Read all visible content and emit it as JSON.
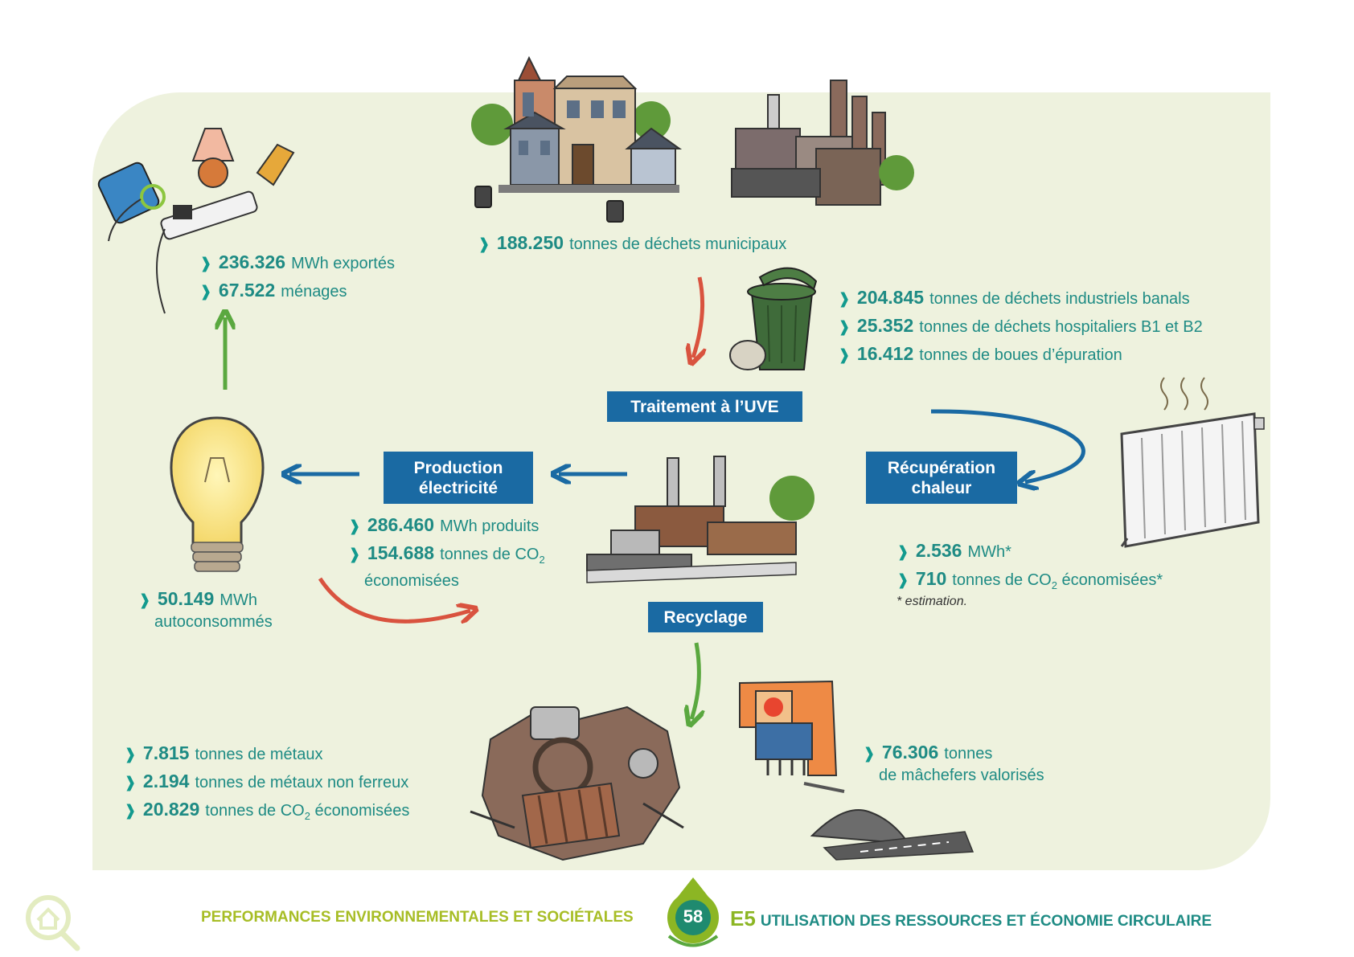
{
  "labels": {
    "traitement": "Traitement à l’UVE",
    "production_line1": "Production",
    "production_line2": "électricité",
    "recuperation_line1": "Récupération",
    "recuperation_line2": "chaleur",
    "recyclage": "Recyclage"
  },
  "stats": {
    "exports": [
      {
        "value": "236.326",
        "unit": "MWh exportés"
      },
      {
        "value": "67.522",
        "unit": "ménages"
      }
    ],
    "municipal": {
      "value": "188.250",
      "unit": "tonnes de déchets municipaux"
    },
    "waste_inputs": [
      {
        "value": "204.845",
        "unit": "tonnes de déchets industriels banals"
      },
      {
        "value": "25.352",
        "unit": "tonnes de déchets hospitaliers B1 et B2"
      },
      {
        "value": "16.412",
        "unit": "tonnes de boues d’épuration"
      }
    ],
    "production": {
      "mwh_value": "286.460",
      "mwh_unit": "MWh produits",
      "co2_value": "154.688",
      "co2_unit_pre": "tonnes de CO",
      "co2_sub": "2",
      "co2_cont": "économisées"
    },
    "autoconsumption": {
      "value": "50.149",
      "unit": "MWh",
      "cont": "autoconsommés"
    },
    "heat": {
      "mwh_value": "2.536",
      "mwh_unit": "MWh*",
      "co2_value": "710",
      "co2_unit_pre": "tonnes de CO",
      "co2_sub": "2",
      "co2_unit_post": "économisées*",
      "note": "* estimation."
    },
    "metals": [
      {
        "value": "7.815",
        "unit": "tonnes de métaux"
      },
      {
        "value": "2.194",
        "unit": "tonnes de métaux non ferreux"
      }
    ],
    "metals_co2": {
      "value": "20.829",
      "unit_pre": "tonnes de CO",
      "sub": "2",
      "unit_post": "économisées"
    },
    "machefers": {
      "value": "76.306",
      "unit": "tonnes",
      "cont": "de mâchefers valorisés"
    }
  },
  "footer": {
    "left": "PERFORMANCES ENVIRONNEMENTALES ET SOCIÉTALES",
    "page": "58",
    "code": "E5",
    "right": "UTILISATION DES RESSOURCES ET ÉCONOMIE CIRCULAIRE"
  },
  "colors": {
    "background": "#eef2de",
    "teal_text": "#1e8b84",
    "label_blue": "#1a6aa3",
    "arrow_red": "#d9533f",
    "arrow_green": "#5aa83f",
    "arrow_blue": "#1a6aa3",
    "footer_green": "#a7bd25"
  },
  "icons": [
    "chevron-right-icon",
    "city-houses-icon",
    "factory-icon",
    "trash-bin-icon",
    "electric-devices-icon",
    "light-bulb-icon",
    "uve-plant-icon",
    "radiator-icon",
    "scrap-metal-icon",
    "bottom-ash-furnace-icon",
    "search-home-icon",
    "recycle-drop-icon"
  ]
}
